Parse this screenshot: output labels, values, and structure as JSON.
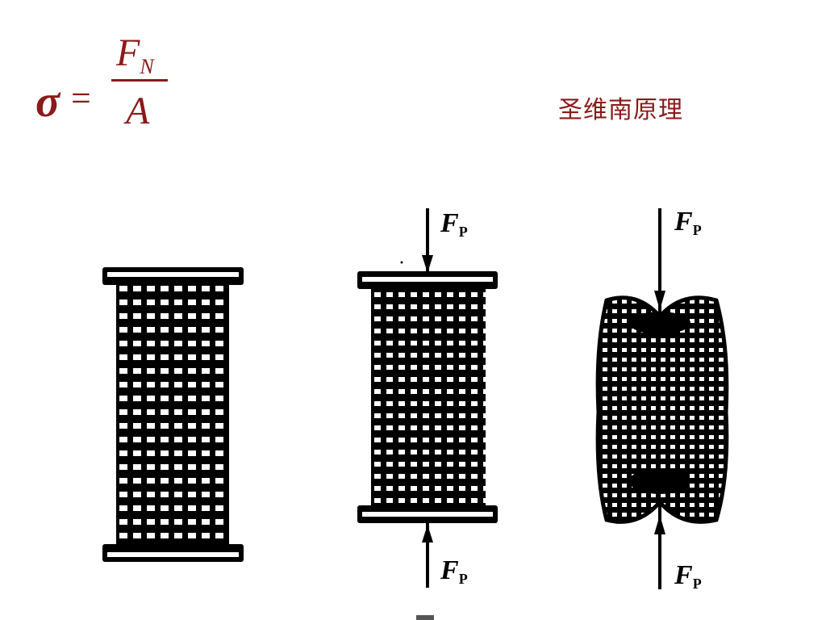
{
  "formula": {
    "lhs": "σ",
    "equals": "=",
    "numerator_symbol": "F",
    "numerator_subscript": "N",
    "denominator": "A"
  },
  "heading": "圣维南原理",
  "specimens": [
    {
      "label_top": "",
      "label_bottom": ""
    },
    {
      "label_top_symbol": "F",
      "label_top_sub": "P",
      "label_bottom_symbol": "F",
      "label_bottom_sub": "P"
    },
    {
      "label_top_symbol": "F",
      "label_top_sub": "P",
      "label_bottom_symbol": "F",
      "label_bottom_sub": "P"
    }
  ],
  "colors": {
    "accent": "#8b1a1a",
    "ink": "#000000"
  }
}
